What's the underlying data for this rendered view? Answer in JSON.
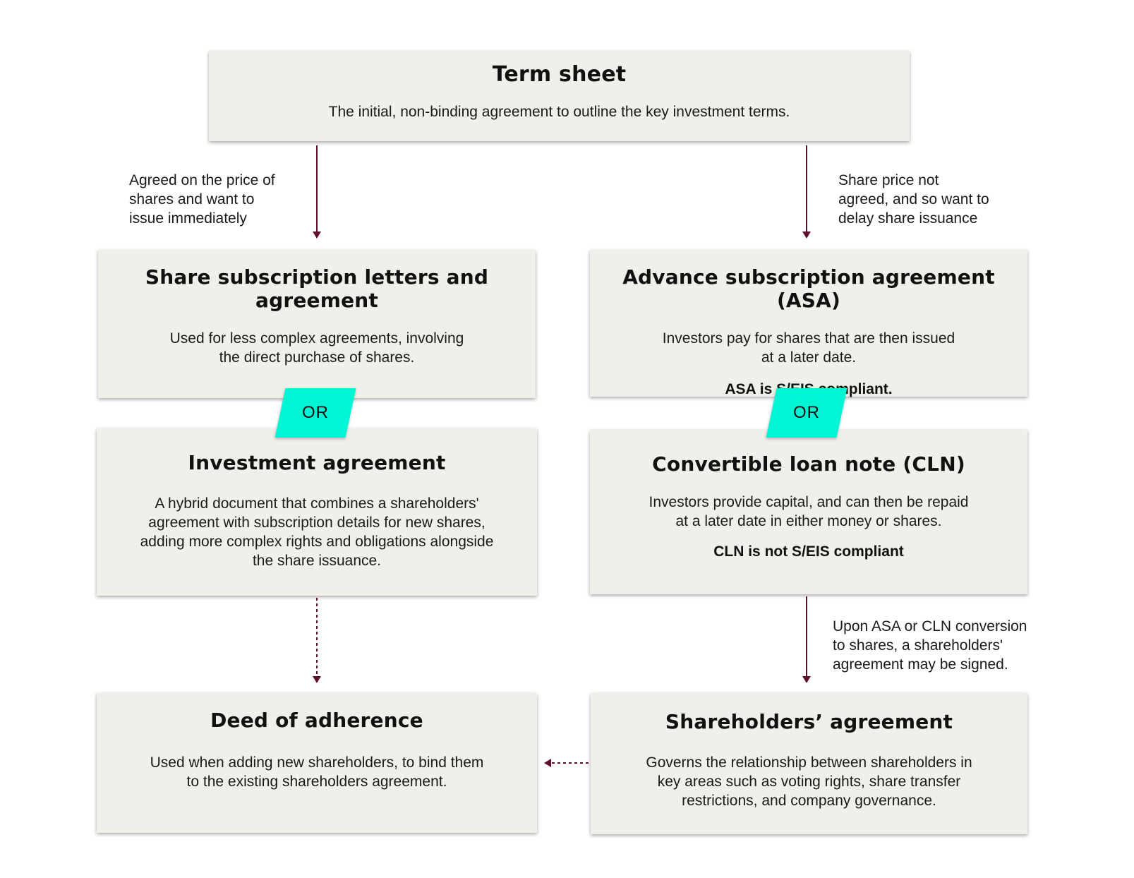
{
  "colors": {
    "box_fill": "#f0efe9",
    "arrow": "#5f0f30",
    "or_badge": "#00f5d4"
  },
  "nodes": {
    "term_sheet": {
      "title": "Term sheet",
      "desc": "The initial, non-binding agreement to outline the key investment terms."
    },
    "share_subscription": {
      "title": "Share subscription letters and agreement",
      "desc_lines": [
        "Used for less complex agreements, involving",
        "the direct purchase of shares."
      ]
    },
    "asa": {
      "title": "Advance subscription agreement (ASA)",
      "desc_lines": [
        "Investors pay for shares that are then issued",
        "at a later date."
      ],
      "note": "ASA is S/EIS compliant."
    },
    "investment_agreement": {
      "title": "Investment agreement",
      "desc_lines": [
        "A hybrid document that combines a shareholders'",
        "agreement with subscription details for new shares,",
        "adding more complex rights and obligations alongside",
        "the share issuance."
      ]
    },
    "cln": {
      "title": "Convertible loan note (CLN)",
      "desc_lines": [
        "Investors provide capital, and can then be repaid",
        "at a later date in either money or shares."
      ],
      "note": "CLN is not S/EIS compliant"
    },
    "deed_of_adherence": {
      "title": "Deed of adherence",
      "desc_lines": [
        "Used when adding new shareholders, to bind them",
        "to the existing shareholders agreement."
      ]
    },
    "shareholders_agreement": {
      "title": "Shareholders’ agreement",
      "desc_lines": [
        "Governs the relationship between shareholders in",
        "key areas such as voting rights, share transfer",
        "restrictions, and company governance."
      ]
    }
  },
  "or_badges": {
    "left": "OR",
    "right": "OR"
  },
  "edges": {
    "left_label_lines": [
      "Agreed on the price of",
      "shares and want to",
      "issue immediately"
    ],
    "right_label_lines": [
      "Share price not",
      "agreed, and so want to",
      "delay share issuance"
    ],
    "conversion_label_lines": [
      "Upon ASA or CLN conversion",
      "to shares, a shareholders'",
      "agreement may be signed."
    ]
  }
}
